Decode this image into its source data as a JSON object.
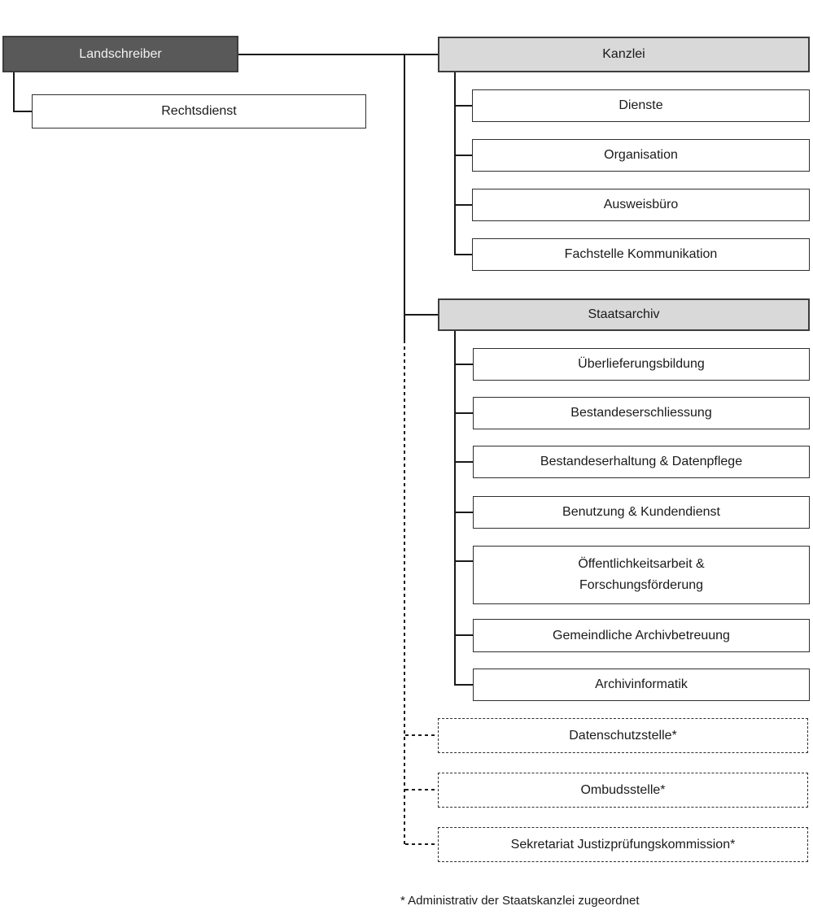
{
  "org": {
    "root": {
      "label": "Landschreiber"
    },
    "staff_unit": {
      "label": "Rechtsdienst"
    },
    "kanzlei": {
      "label": "Kanzlei",
      "children": [
        "Dienste",
        "Organisation",
        "Ausweisbüro",
        "Fachstelle Kommunikation"
      ]
    },
    "staatsarchiv": {
      "label": "Staatsarchiv",
      "children": [
        "Überlieferungsbildung",
        "Bestandeserschliessung",
        "Bestandeserhaltung & Datenpflege",
        "Benutzung & Kundendienst",
        "Öffentlichkeitsarbeit &\nForschungsförderung",
        "Gemeindliche Archivbetreuung",
        "Archivinformatik"
      ]
    },
    "affiliated": [
      "Datenschutzstelle*",
      "Ombudsstelle*",
      "Sekretariat Justizprüfungskommission*"
    ],
    "footnote": "* Administrativ der Staatskanzlei zugeordnet",
    "colors": {
      "root_fill": "#595959",
      "root_text": "#f2f2f2",
      "header_fill": "#d9d9d9",
      "box_fill": "#ffffff",
      "border": "#2f2f2f",
      "line": "#1a1a1a"
    }
  }
}
